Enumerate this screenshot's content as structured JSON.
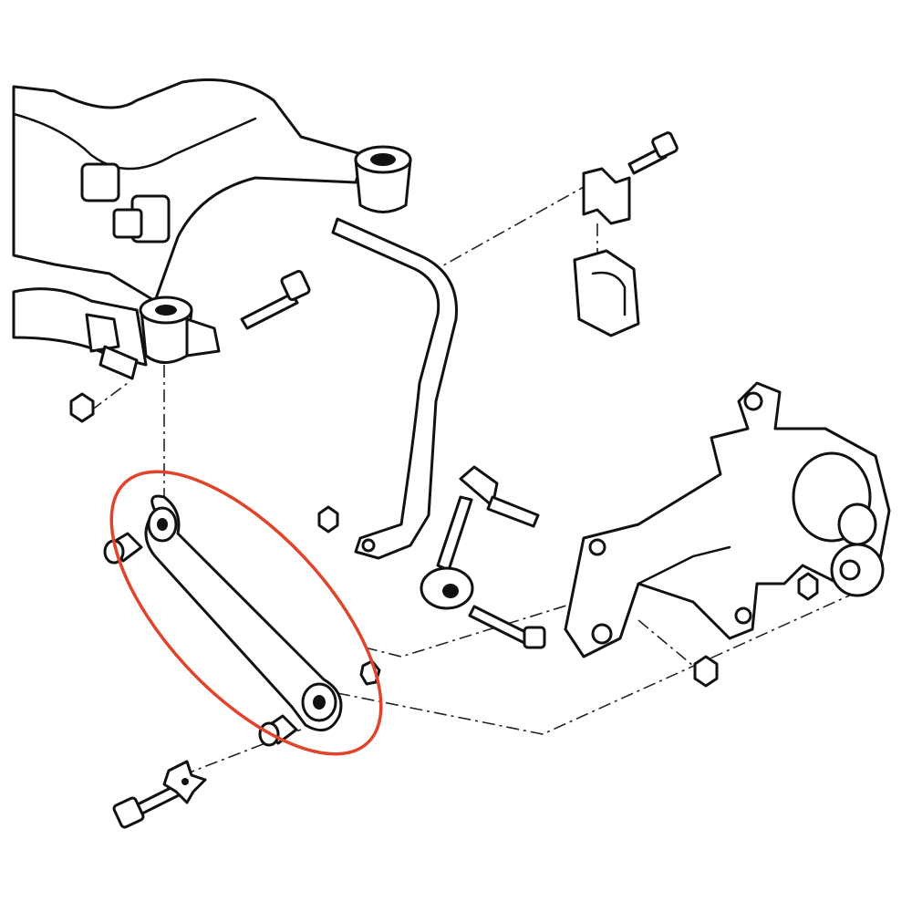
{
  "diagram": {
    "colors": {
      "line": "#111111",
      "background": "#ffffff",
      "highlight": "#e0442a"
    },
    "parts": [
      "rear-subframe",
      "upper-bushing",
      "lower-bushing",
      "stabilizer-bar",
      "stabilizer-bracket",
      "stabilizer-bushing",
      "stabilizer-link",
      "knuckle",
      "lateral-arm",
      "arm-bushings",
      "bolts",
      "nuts",
      "eccentric-washer"
    ],
    "highlighted_part": "lateral-arm"
  }
}
